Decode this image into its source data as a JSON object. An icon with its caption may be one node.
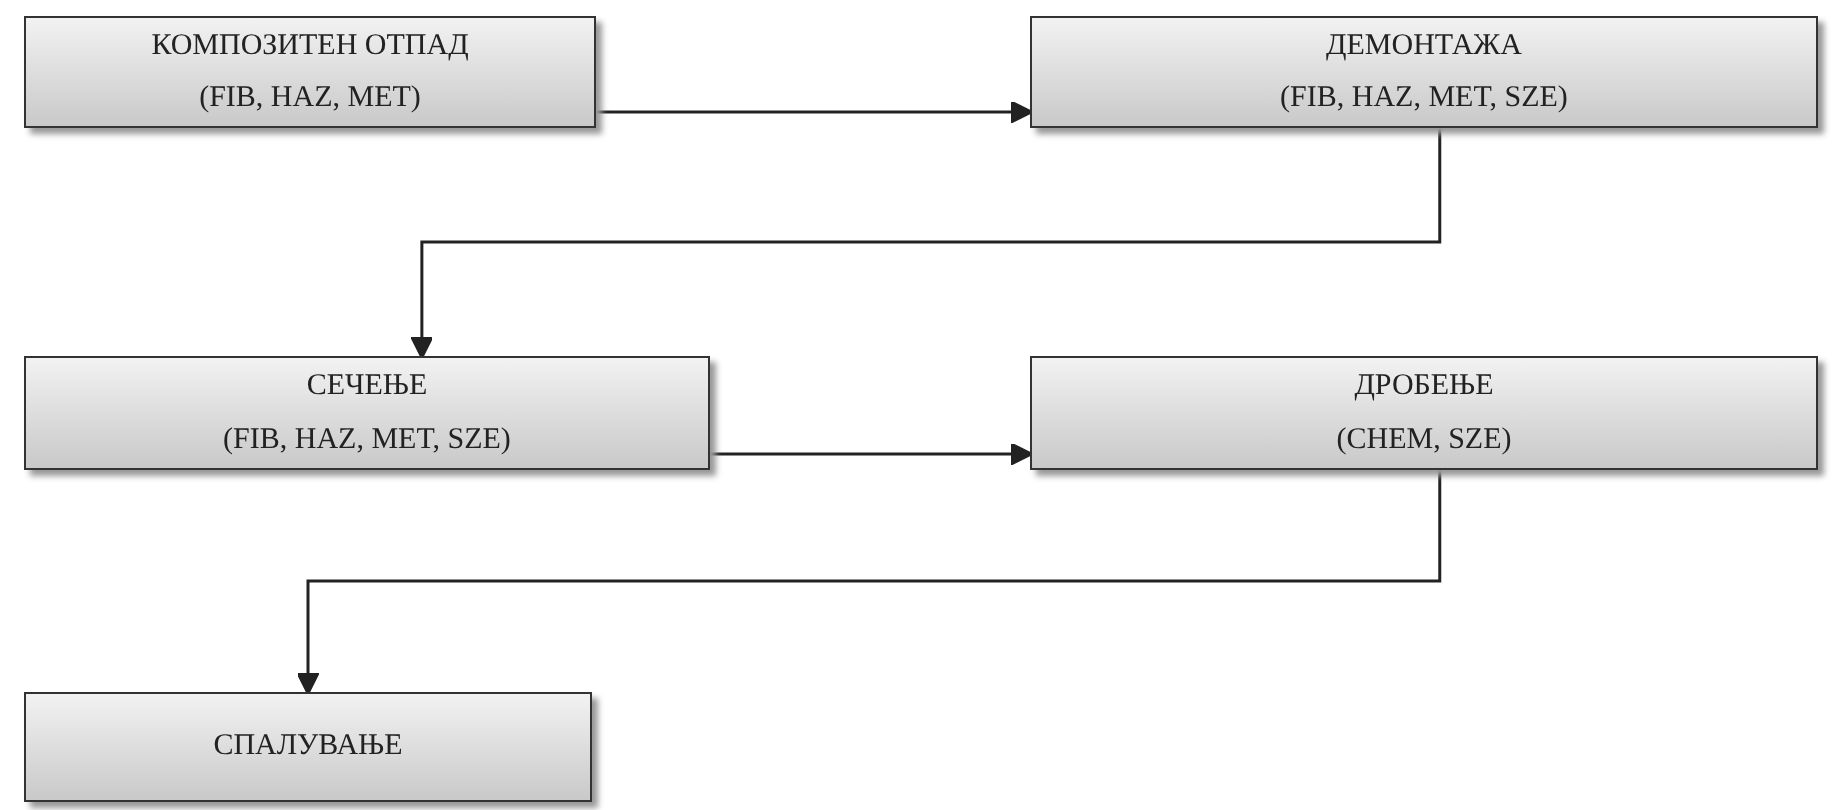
{
  "diagram": {
    "nodes": [
      {
        "text": [
          "КОМПОЗИТЕН ОТПАД",
          "(FIB, HAZ, MET)"
        ]
      },
      {
        "text": [
          "ДЕМОНТАЖА",
          "(FIB, HAZ, MET, SZE)"
        ]
      },
      {
        "text": [
          "СЕЧЕЊЕ",
          "(FIB, HAZ, MET, SZE)"
        ]
      },
      {
        "text": [
          "ДРОБЕЊЕ",
          "(CHEM, SZE)"
        ]
      },
      {
        "text": [
          "СПАЛУВАЊЕ"
        ]
      }
    ],
    "edges": [
      {
        "from": 0,
        "to": 1,
        "arrow": "to"
      },
      {
        "from": 1,
        "to": 2,
        "arrow": "to"
      },
      {
        "from": 2,
        "to": 3,
        "arrow": "to"
      },
      {
        "from": 3,
        "to": 4,
        "arrow": "to"
      }
    ]
  }
}
